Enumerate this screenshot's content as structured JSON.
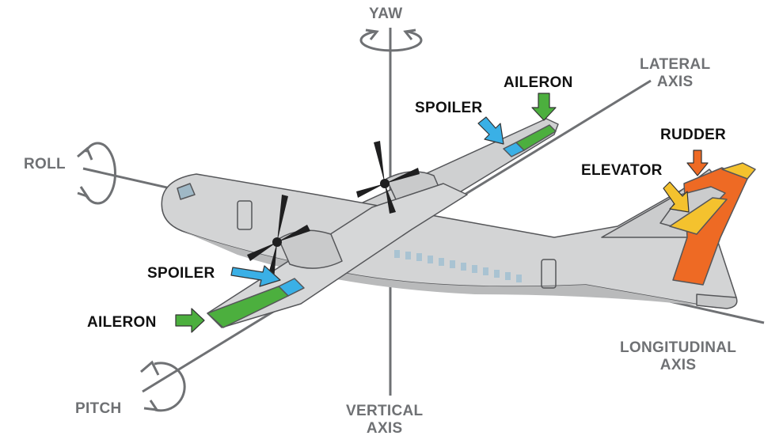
{
  "labels": {
    "yaw": "YAW",
    "roll": "ROLL",
    "pitch": "PITCH",
    "lateral_axis": [
      "LATERAL",
      "AXIS"
    ],
    "longitudinal_axis": [
      "LONGITUDINAL",
      "AXIS"
    ],
    "vertical_axis": [
      "VERTICAL",
      "AXIS"
    ],
    "spoiler_right": "SPOILER",
    "aileron_right": "AILERON",
    "spoiler_left": "SPOILER",
    "aileron_left": "AILERON",
    "rudder": "RUDDER",
    "elevator": "ELEVATOR"
  },
  "colors": {
    "aileron": "#4caf3e",
    "spoiler": "#3ab0e6",
    "rudder": "#ee6a24",
    "elevator": "#f4c22e",
    "axis_line": "#6f7174",
    "fuselage": "#d3d4d5",
    "outline": "#555659"
  }
}
